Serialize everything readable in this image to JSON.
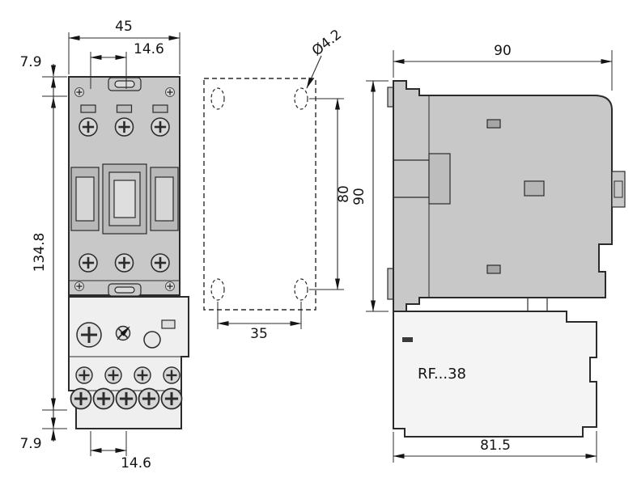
{
  "views": {
    "front": {
      "dim_overall_width": "45",
      "dim_top_hole_offset": "14.6",
      "dim_top_edge_offset": "7.9",
      "dim_overall_height": "134.8",
      "dim_bottom_edge_offset": "7.9",
      "dim_bottom_hole_offset": "14.6"
    },
    "drilling": {
      "dim_hole_diameter": "Ø4.2",
      "dim_vertical_spacing": "80",
      "dim_horizontal_spacing": "35"
    },
    "side": {
      "dim_width": "90",
      "dim_height": "90",
      "dim_bottom_width": "81.5",
      "relay_label": "RF...38"
    }
  }
}
